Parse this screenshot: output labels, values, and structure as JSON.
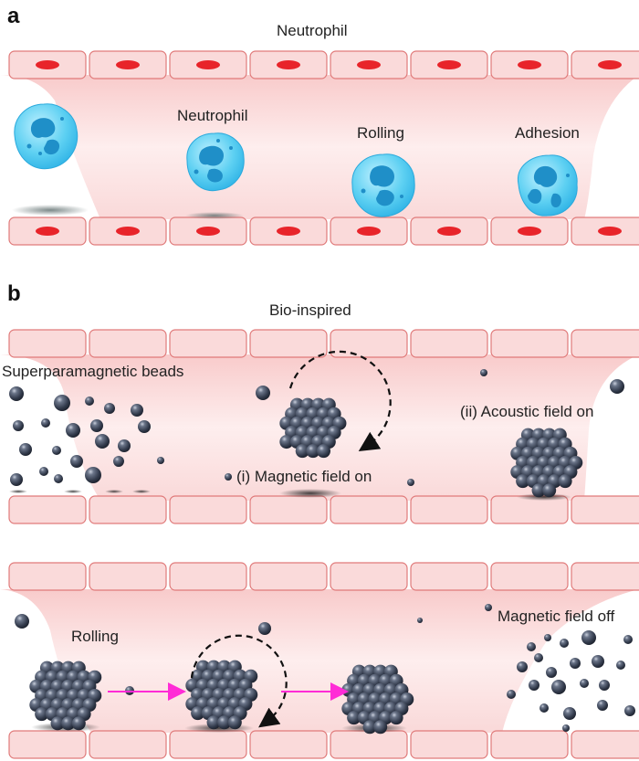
{
  "panel_a": {
    "letter": "a",
    "title": "Neutrophil",
    "labels": {
      "cell": "Neutrophil",
      "rolling": "Rolling",
      "adhesion": "Adhesion"
    }
  },
  "panel_b": {
    "letter": "b",
    "title": "Bio-inspired",
    "labels": {
      "beads": "Superparamagnetic beads",
      "magnetic_on": "(i) Magnetic field on",
      "acoustic_on": "(ii) Acoustic field on",
      "rolling": "Rolling",
      "magnetic_off": "Magnetic field off"
    }
  },
  "colors": {
    "vessel_fill": "#fadada",
    "vessel_stroke": "#e07a7a",
    "nucleus": "#e8242a",
    "lumen": "#f7c9c9",
    "neutrophil": "#4fc8ee",
    "bead": "#3c4557",
    "arrow": "#ff2bd6"
  },
  "icons": [
    "endothelial-cell-icon",
    "neutrophil-icon",
    "bead-cluster-icon",
    "rotation-arrow-icon",
    "transfer-arrow-icon"
  ]
}
